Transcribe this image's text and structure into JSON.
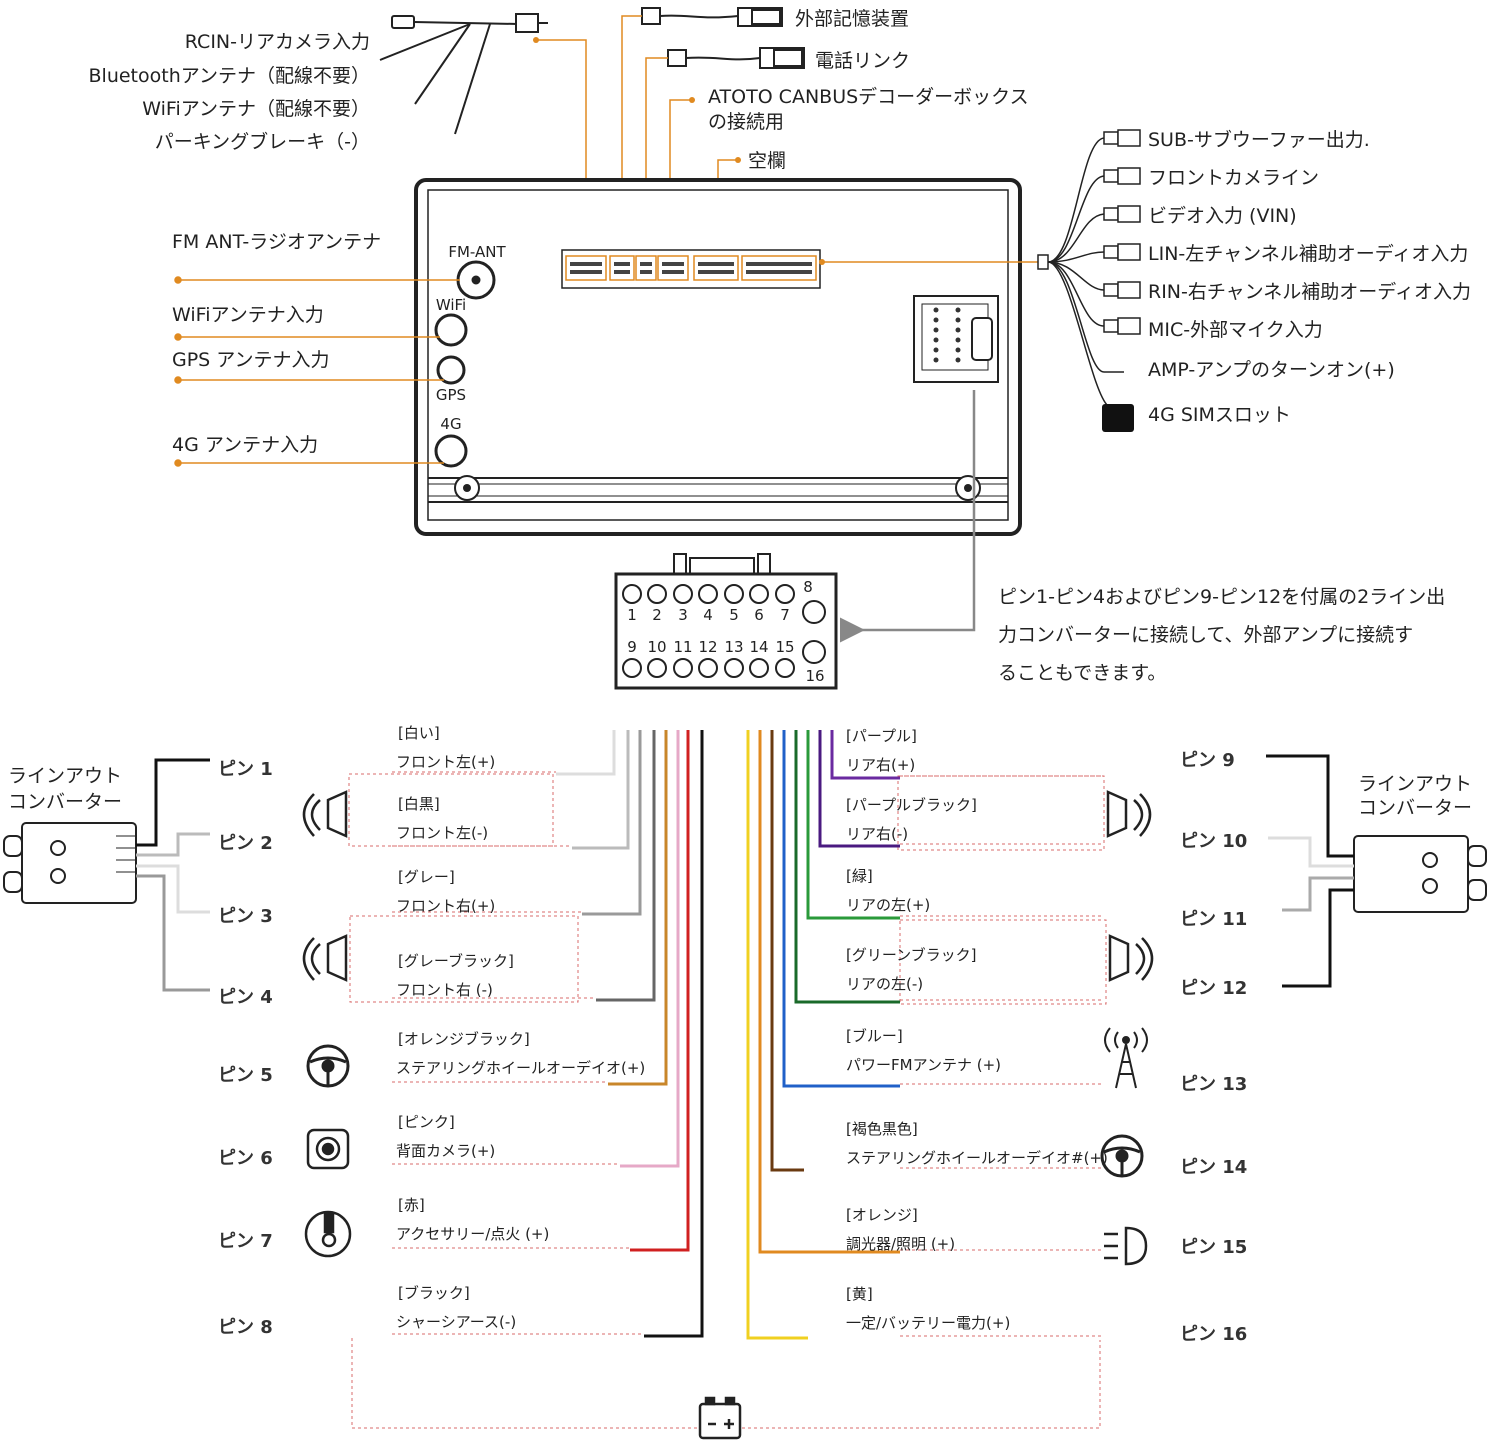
{
  "top_left_labels": [
    "RCIN-リアカメラ入力",
    "Bluetoothアンテナ（配線不要）",
    "WiFiアンテナ（配線不要）",
    "パーキングブレーキ（-）"
  ],
  "top_labels": {
    "external_storage": "外部記憶装置",
    "phone_link": "電話リンク",
    "canbus_line1": "ATOTO CANBUSデコーダーボックス",
    "canbus_line2": "の接続用",
    "blank": "空欄"
  },
  "left_inputs": [
    "FM ANT-ラジオアンテナ",
    "WiFiアンテナ入力",
    "GPS アンテナ入力",
    "4G アンテナ入力"
  ],
  "unit_ports": {
    "fm": "FM-ANT",
    "wifi": "WiFi",
    "gps": "GPS",
    "lte": "4G"
  },
  "right_outputs": [
    "SUB-サブウーファー出力.",
    "フロントカメライン",
    "ビデオ入力 (VIN)",
    "LIN-左チャンネル補助オーディオ入力",
    "RIN-右チャンネル補助オーディオ入力",
    "MIC-外部マイク入力",
    "AMP-アンプのターンオン(+)",
    "4G SIMスロット"
  ],
  "connector": {
    "top_numbers": [
      "1",
      "2",
      "3",
      "4",
      "5",
      "6",
      "7"
    ],
    "bottom_numbers": [
      "9",
      "10",
      "11",
      "12",
      "13",
      "14",
      "15"
    ],
    "side_top": "8",
    "side_bottom": "16"
  },
  "note_lines": [
    "ピン1-ピン4およびピン9-ピン12を付属の2ライン出",
    "力コンバーターに接続して、外部アンプに接続す",
    "ることもできます。"
  ],
  "line_out": [
    "ラインアウト",
    "コンバーター"
  ],
  "left_pins": [
    {
      "pin": "ピン 1",
      "color_name": "[白い]",
      "func": "フロント左(+)",
      "wire": "#dddddd"
    },
    {
      "pin": "ピン 2",
      "color_name": "[白黒]",
      "func": "フロント左(-)",
      "wire": "#bbbbbb"
    },
    {
      "pin": "ピン 3",
      "color_name": "[グレー]",
      "func": "フロント右(+)",
      "wire": "#9a9a9a"
    },
    {
      "pin": "ピン 4",
      "color_name": "[グレーブラック]",
      "func": "フロント右 (-)",
      "wire": "#666666"
    },
    {
      "pin": "ピン 5",
      "color_name": "[オレンジブラック]",
      "func": "ステアリングホイールオーデイオ(+)",
      "wire": "#c8862a"
    },
    {
      "pin": "ピン 6",
      "color_name": "[ピンク]",
      "func": "背面カメラ(+)",
      "wire": "#e6a9c7"
    },
    {
      "pin": "ピン 7",
      "color_name": "[赤]",
      "func": "アクセサリー/点火 (+)",
      "wire": "#d02020"
    },
    {
      "pin": "ピン 8",
      "color_name": "[ブラック]",
      "func": "シャーシアース(-)",
      "wire": "#111111"
    }
  ],
  "right_pins": [
    {
      "pin": "ピン 9",
      "color_name": "[パープル]",
      "func": "リア右(+)",
      "wire": "#6a2aa0"
    },
    {
      "pin": "ピン 10",
      "color_name": "[パープルブラック]",
      "func": "リア右(-)",
      "wire": "#4a1a80"
    },
    {
      "pin": "ピン 11",
      "color_name": "[緑]",
      "func": "リアの左(+)",
      "wire": "#2a9a3a"
    },
    {
      "pin": "ピン 12",
      "color_name": "[グリーンブラック]",
      "func": "リアの左(-)",
      "wire": "#1a6a2a"
    },
    {
      "pin": "ピン 13",
      "color_name": "[ブルー]",
      "func": "パワーFMアンテナ (+)",
      "wire": "#2060c8"
    },
    {
      "pin": "ピン 14",
      "color_name": "[褐色黒色]",
      "func": "ステアリングホイールオーデイオ#(+)",
      "wire": "#6a3a10"
    },
    {
      "pin": "ピン 15",
      "color_name": "[オレンジ]",
      "func": "調光器/照明 (+)",
      "wire": "#e08a20"
    },
    {
      "pin": "ピン 16",
      "color_name": "[黄]",
      "func": "一定/バッテリー電力(+)",
      "wire": "#f0d020"
    }
  ],
  "colors": {
    "leader": "#e08a20",
    "dashed": "#d86b6b",
    "outline": "#222222",
    "gray_arrow": "#888888"
  }
}
